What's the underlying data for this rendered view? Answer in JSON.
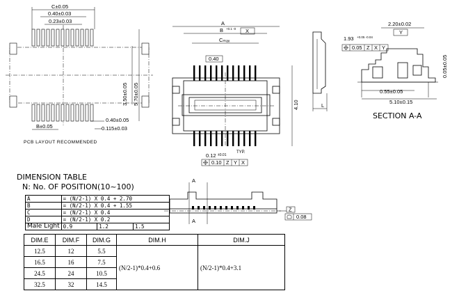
{
  "pcb": {
    "dim_c": "C±0.05",
    "dim_040": "0.40±0.03",
    "dim_023": "0.23±0.03",
    "dim_350": "3.50±0.05",
    "dim_570": "5.70±0.05",
    "dim_b": "B±0.05",
    "dim_040b": "0.40±0.05",
    "dim_0115": "0.115±0.03",
    "caption": "PCB LAYOUT RECOMMENDED"
  },
  "front": {
    "dim_a": "A",
    "dim_b": "B",
    "dim_b_tol": "+0.1 -0",
    "dim_b_ref": "X",
    "dim_c": "Cₘₐₓ",
    "dim_040": "0.40",
    "dim_410": "4.10",
    "dim_012": "0.12",
    "dim_012_tol": "±0.01",
    "typ": "TYP.",
    "fcf_value": "0.10",
    "fcf_z": "Z",
    "fcf_y": "Y",
    "fcf_x": "X"
  },
  "side": {
    "dim_l": "L"
  },
  "section": {
    "dim_220": "2.20±0.02",
    "dim_y": "Y",
    "dim_193": "1.93",
    "dim_193_tol": "+0.05 -0.04",
    "fcf_value": "0.05",
    "fcf_z": "Z",
    "fcf_x": "X",
    "fcf_y": "Y",
    "dim_005": "0.05±0.05",
    "dim_055": "0.55±0.05",
    "dim_510": "5.10±0.15",
    "caption": "SECTION A-A"
  },
  "bottom": {
    "label_a1": "A",
    "label_a2": "A",
    "ref_z": "Z",
    "flat_value": "0.08"
  },
  "dimension_table": {
    "title": "DIMENSION TABLE",
    "subtitle": "N: No. OF POSITION(10~100)",
    "formulas": [
      {
        "k": "A",
        "v": "= (N/2-1) X 0.4 + 2.70"
      },
      {
        "k": "B",
        "v": "= (N/2-1) X 0.4 + 1.55"
      },
      {
        "k": "C",
        "v": "= (N/2-1) X 0.4"
      },
      {
        "k": "D",
        "v": "= (N/2-1) X 0.2"
      }
    ],
    "male_light_label": "Male Light",
    "male_light_values": [
      "0.9",
      "1.2",
      "1.5"
    ]
  },
  "dim_table": {
    "headers": [
      "DIM.E",
      "DIM.F",
      "DIM.G",
      "DIM.H",
      "DIM.J"
    ],
    "rows": [
      [
        "12.5",
        "12",
        "5.5"
      ],
      [
        "16.5",
        "16",
        "7.5"
      ],
      [
        "24.5",
        "24",
        "10.5"
      ],
      [
        "32.5",
        "32",
        "14.5"
      ]
    ],
    "h_formula": "(N/2-1)*0.4+0.6",
    "j_formula": "(N/2-1)*0.4+3.1"
  }
}
